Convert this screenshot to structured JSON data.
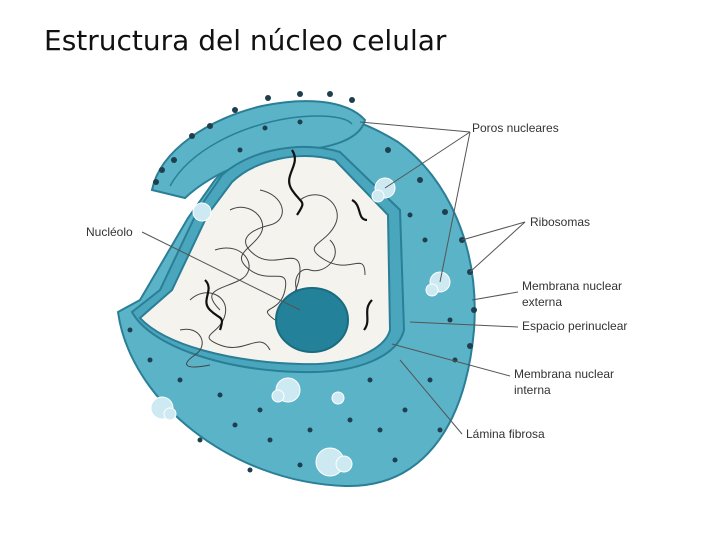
{
  "title": "Estructura del núcleo celular",
  "labels": {
    "poros": "Poros nucleares",
    "ribosomas": "Ribosomas",
    "nucleolo": "Nucléolo",
    "membrana_externa_1": "Membrana nuclear",
    "membrana_externa_2": "externa",
    "espacio": "Espacio perinuclear",
    "membrana_interna_1": "Membrana nuclear",
    "membrana_interna_2": "interna",
    "lamina": "Lámina fibrosa"
  },
  "colors": {
    "cytoplasm": "#5bb3c8",
    "membrane_outline": "#2a7e96",
    "nucleoplasm": "#f4f3ee",
    "nucleolus": "#23829a",
    "ribosome": "#1f3f4f",
    "pore": "#cde9f2"
  }
}
